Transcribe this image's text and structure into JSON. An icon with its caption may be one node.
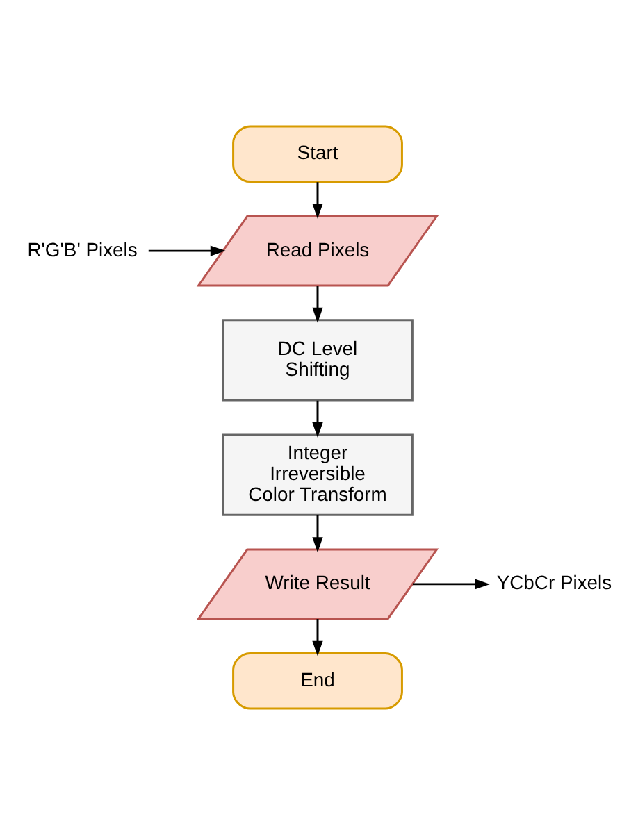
{
  "diagram": {
    "nodes": [
      {
        "text": [
          "Start"
        ]
      },
      {
        "text": [
          "R'G'B' Pixels"
        ]
      },
      {
        "text": [
          "Read Pixels"
        ]
      },
      {
        "text": [
          "DC Level Shifting"
        ]
      },
      {
        "text": [
          "Integer Irreversible Color Transform"
        ]
      },
      {
        "text": [
          "Write Result"
        ]
      },
      {
        "text": [
          "YCbCr Pixels"
        ]
      },
      {
        "text": [
          "End"
        ]
      }
    ],
    "edges": [
      {
        "from": 0,
        "to": 2,
        "arrow": "to"
      },
      {
        "from": 1,
        "to": 2,
        "arrow": "to"
      },
      {
        "from": 2,
        "to": 3,
        "arrow": "to"
      },
      {
        "from": 3,
        "to": 4,
        "arrow": "to"
      },
      {
        "from": 4,
        "to": 5,
        "arrow": "to"
      },
      {
        "from": 5,
        "to": 6,
        "arrow": "to"
      },
      {
        "from": 5,
        "to": 7,
        "arrow": "to"
      }
    ]
  }
}
